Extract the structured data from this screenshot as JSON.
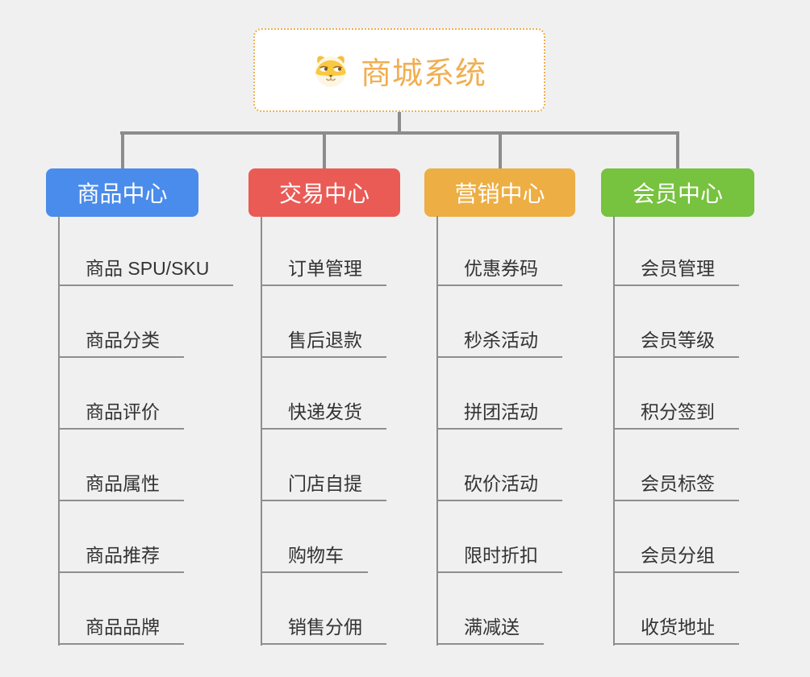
{
  "root": {
    "title": "商城系统",
    "icon": "dog-face-icon",
    "border_color": "#F0AD4E",
    "title_color": "#F1AE52"
  },
  "connector_color": "#8C8C8C",
  "leaf_text_color": "#333333",
  "leaf_underline_color": "#8E8E8E",
  "background_color": "#F0F0F0",
  "branches": [
    {
      "name": "product-center",
      "label": "商品中心",
      "color": "#4A8CEB",
      "items": [
        "商品 SPU/SKU",
        "商品分类",
        "商品评价",
        "商品属性",
        "商品推荐",
        "商品品牌"
      ]
    },
    {
      "name": "trade-center",
      "label": "交易中心",
      "color": "#EA5B56",
      "items": [
        "订单管理",
        "售后退款",
        "快递发货",
        "门店自提",
        "购物车",
        "销售分佣"
      ]
    },
    {
      "name": "marketing-center",
      "label": "营销中心",
      "color": "#EDAE44",
      "items": [
        "优惠券码",
        "秒杀活动",
        "拼团活动",
        "砍价活动",
        "限时折扣",
        "满减送"
      ]
    },
    {
      "name": "member-center",
      "label": "会员中心",
      "color": "#77C23F",
      "items": [
        "会员管理",
        "会员等级",
        "积分签到",
        "会员标签",
        "会员分组",
        "收货地址"
      ]
    }
  ]
}
